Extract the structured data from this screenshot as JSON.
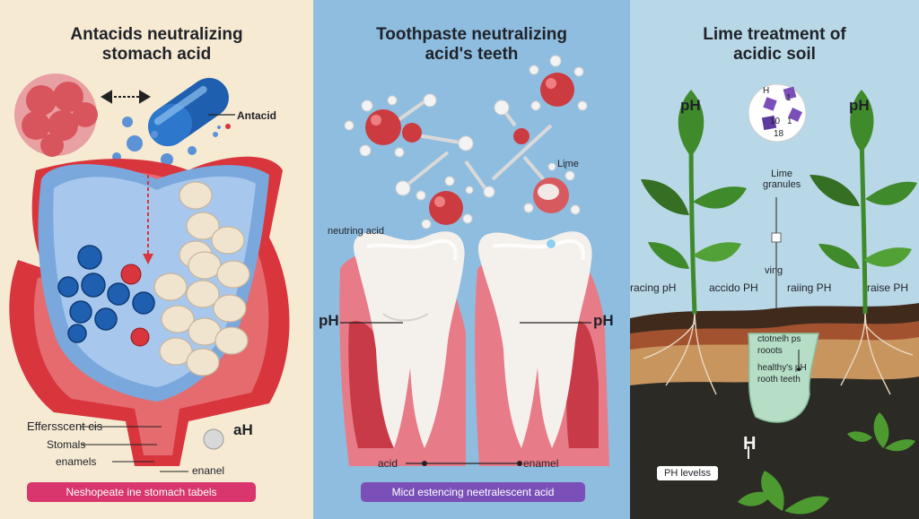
{
  "panel1": {
    "title_line1": "Antacids neutralizing",
    "title_line2": "stomach acid",
    "antacid_label": "Antacid",
    "effervescent_label": "Effersscent cis",
    "stomach_label": "Stomals",
    "enamels_label": "enamels",
    "enamel_label": "enanel",
    "ah_label": "aH",
    "banner": "Neshopeate ine stomach tabels"
  },
  "panel2": {
    "title_line1": "Toothpaste neutralizing",
    "title_line2": "acid's teeth",
    "lime_label": "Lime",
    "neutring_label": "neutring acid",
    "ph_left": "pH",
    "ph_right": "pH",
    "acid_label": "acid",
    "enamel_label": "enamel",
    "banner": "Micd estencing neetralescent acid"
  },
  "panel3": {
    "title_line1": "Lime treatment of",
    "title_line2": "acidic soil",
    "ph_left": "pH",
    "ph_right": "pH",
    "molecule_h": "H",
    "molecule_10": "10",
    "molecule_1": "1",
    "molecule_1b": "1",
    "molecule_18": "18",
    "lime_line1": "Lime",
    "lime_line2": "granules",
    "ving_label": "ving",
    "racing_label": "racing pH",
    "acido_label": "accido PH",
    "raiing_label": "raiing PH",
    "raise_label": "raise PH",
    "root_line1": "ctotnelh ps",
    "root_line2": "rooots",
    "root_line3": "healthy's pH",
    "root_line4": "rooth teeth",
    "big_h": "H",
    "levels_label": "PH levelss"
  },
  "colors": {
    "panel1_bg": "#f6ead3",
    "panel2_bg": "#8fbddf",
    "panel3_bg": "#b9d8e7",
    "stomach_red": "#d8353d",
    "stomach_blue": "#7aa8dd",
    "pill_blue": "#1f5fb0",
    "tablet_cream": "#f1e4cf",
    "molecule_red": "#cc3b40",
    "banner_pink": "#d8366d",
    "banner_purple": "#7a4fb8",
    "leaf_green": "#3f8a2a",
    "soil_brown": "#5b3a24"
  }
}
